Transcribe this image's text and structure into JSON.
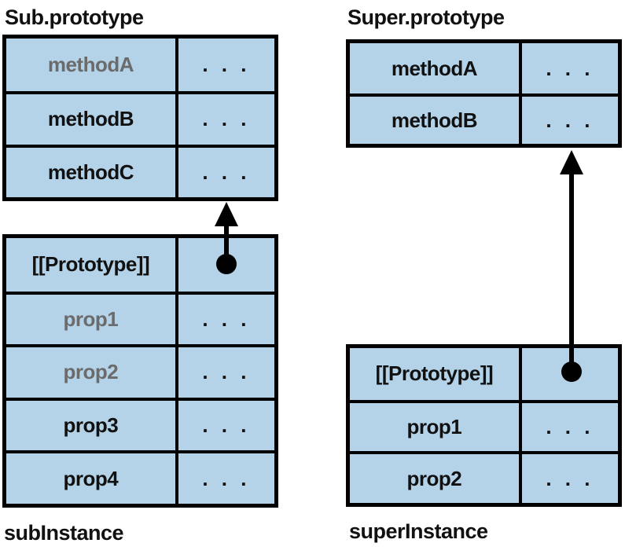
{
  "colors": {
    "cell_fill": "#b4d3e8",
    "border": "#000000",
    "text": "#111111",
    "muted_text": "#6b6b6b"
  },
  "tables": {
    "subPrototype": {
      "label": "Sub.prototype",
      "rows": [
        {
          "name": "methodA",
          "value": ". . .",
          "muted": true,
          "pointer": false
        },
        {
          "name": "methodB",
          "value": ". . .",
          "muted": false,
          "pointer": false
        },
        {
          "name": "methodC",
          "value": ". . .",
          "muted": false,
          "pointer": false
        }
      ]
    },
    "subInstance": {
      "label": "subInstance",
      "rows": [
        {
          "name": "[[Prototype]]",
          "value": "",
          "muted": false,
          "pointer": true
        },
        {
          "name": "prop1",
          "value": ". . .",
          "muted": true,
          "pointer": false
        },
        {
          "name": "prop2",
          "value": ". . .",
          "muted": true,
          "pointer": false
        },
        {
          "name": "prop3",
          "value": ". . .",
          "muted": false,
          "pointer": false
        },
        {
          "name": "prop4",
          "value": ". . .",
          "muted": false,
          "pointer": false
        }
      ]
    },
    "superPrototype": {
      "label": "Super.prototype",
      "rows": [
        {
          "name": "methodA",
          "value": ". . .",
          "muted": false,
          "pointer": false
        },
        {
          "name": "methodB",
          "value": ". . .",
          "muted": false,
          "pointer": false
        }
      ]
    },
    "superInstance": {
      "label": "superInstance",
      "rows": [
        {
          "name": "[[Prototype]]",
          "value": "",
          "muted": false,
          "pointer": true
        },
        {
          "name": "prop1",
          "value": ". . .",
          "muted": false,
          "pointer": false
        },
        {
          "name": "prop2",
          "value": ". . .",
          "muted": false,
          "pointer": false
        }
      ]
    }
  },
  "arrows": [
    {
      "from": "subInstance [[Prototype]]",
      "to": "Sub.prototype"
    },
    {
      "from": "superInstance [[Prototype]]",
      "to": "Super.prototype"
    }
  ]
}
